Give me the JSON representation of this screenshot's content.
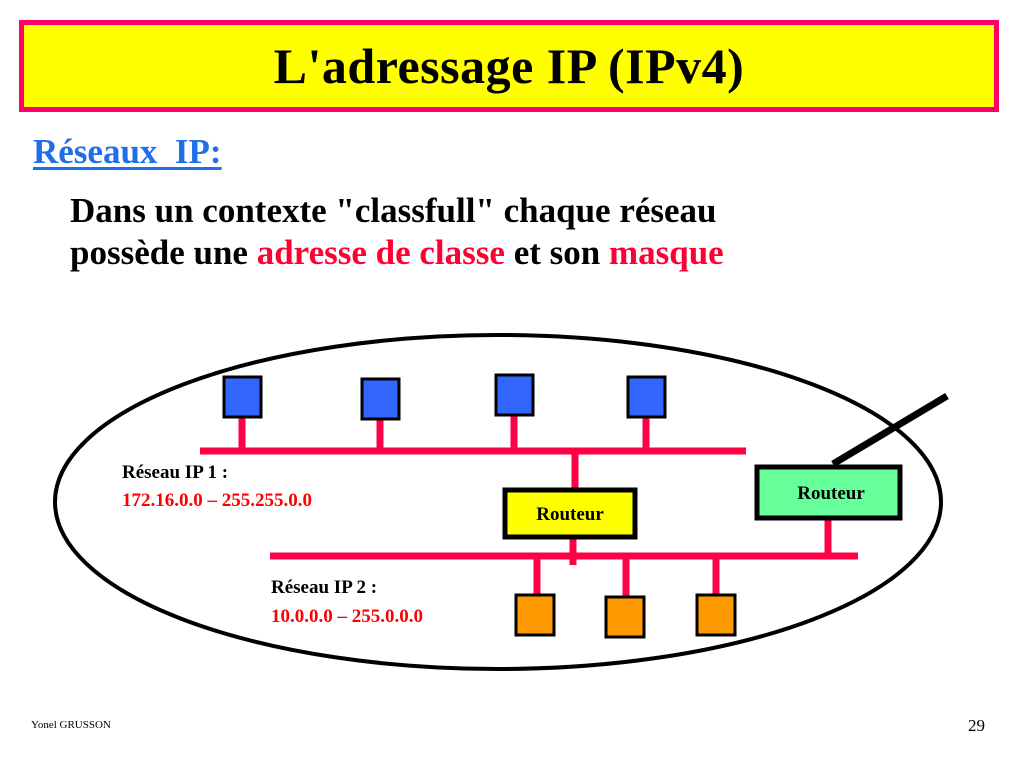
{
  "title": "L'adressage IP (IPv4)",
  "heading": "Réseaux  IP:",
  "body": {
    "part1": "Dans un contexte \"classfull\" chaque réseau",
    "part2": "possède une ",
    "highlight1": "adresse de classe",
    "part3": " et son ",
    "highlight2": "masque"
  },
  "diagram": {
    "network1": {
      "label": "Réseau IP 1 :",
      "address": "172.16.0.0 – 255.255.0.0"
    },
    "network2": {
      "label": "Réseau IP 2 :",
      "address": "10.0.0.0 – 255.0.0.0"
    },
    "router_internal": "Routeur",
    "router_external": "Routeur",
    "colors": {
      "host_net1": "#3366ff",
      "host_net2": "#ff9900",
      "bus": "#ff0044",
      "router_internal_fill": "#ffff00",
      "router_external_fill": "#66ff99",
      "address_text": "#ff0000"
    }
  },
  "footer": {
    "author": "Yonel GRUSSON",
    "page": "29"
  }
}
